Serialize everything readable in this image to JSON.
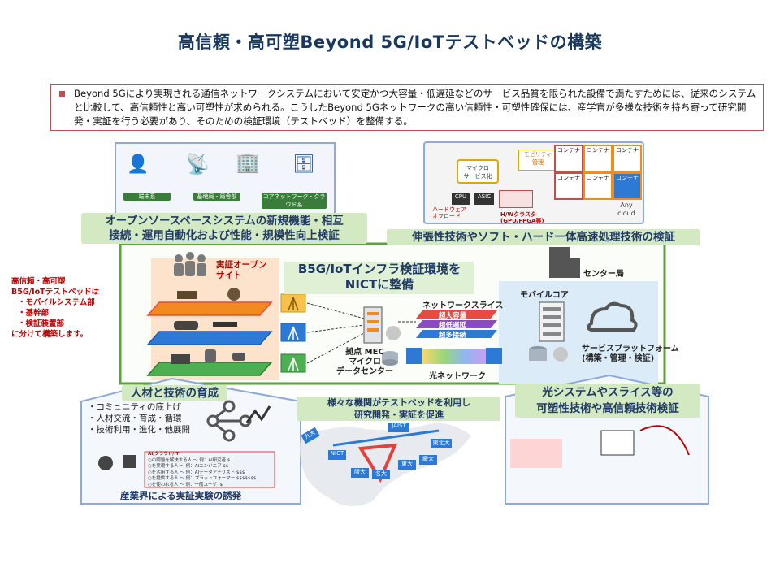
{
  "title": "高信頼・高可塑Beyond 5G/IoTテストベッドの構築",
  "intro": "Beyond 5Gにより実現される通信ネットワークシステムにおいて安定かつ大容量・低遅延などのサービス品質を限られた設備で満たすためには、従来のシステムと比較して、高信頼性と高い可塑性が求められる。こうしたBeyond 5Gネットワークの高い信頼性・可塑性確保には、産学官が多様な技術を持ち寄って研究開発・実証を行う必要があり、そのための検証環境（テストベッド）を整備する。",
  "top_left": {
    "labels": [
      "端末系",
      "基地局・局舎部",
      "コアネットワーク・クラウド系"
    ],
    "heading_line1": "オープンソースベースシステムの新規機能・相互",
    "heading_line2": "接続・運用自動化および性能・規模性向上検証"
  },
  "top_right": {
    "microservice": "マイクロ\nサービス化",
    "mobility": "モビリティ\n管理",
    "container": "コンテナ",
    "hw_offload": "ハードウェア\nオフロード",
    "hw_cluster": "H/Wクラスタ\n(GPU/FPGA等)",
    "cpu": "CPU",
    "asic": "ASIC",
    "any_cloud": "Any\ncloud",
    "heading": "伸張性技術やソフト・ハード一体高速処理技術の検証"
  },
  "left_note": [
    "高信頼・高可塑",
    "B5G/IoTテストベッドは",
    "・モバイルシステム部",
    "・基幹部",
    "・検証装置部",
    "に分けて構築します。"
  ],
  "center": {
    "open_site": "実証オープン\nサイト",
    "main_line1": "B5G/IoTインフラ検証環境を",
    "main_line2": "NICTに整備",
    "network_slice": "ネットワークスライス",
    "slices": [
      "超大容量",
      "超低遅延",
      "超多接続"
    ],
    "mec": "拠点 MEC\nマイクロ\nデータセンター",
    "optical": "光ネットワーク",
    "center_station": "センター局",
    "mobile_core": "モバイルコア",
    "service_platform": "サービスプラットフォーム\n(構築・管理・検証)"
  },
  "bottom_left": {
    "heading": "人材と技術の育成",
    "bullets": [
      "コミュニティの底上げ",
      "人材交流・育成・循環",
      "技術利用・進化・他展開"
    ],
    "table_title": "AI/クラウド/IT",
    "table_rows": [
      "○の問題を解決する人 〜 例：AI研究者 $",
      "○を実現する人 〜 例：AIエンジニア $$",
      "○を活用する人 〜 例：AIデータアナリスト $$$",
      "○を提供する人 〜 例：プラットフォーマー $$$$$$$",
      "○を使われる人 〜 例：一般ユーザ -$"
    ],
    "footer": "産業界による実証実験の誘発"
  },
  "bottom_center": {
    "line1": "様々な機関がテストベッドを利用し",
    "line2": "研究開発・実証を促進",
    "nodes": [
      "九大",
      "NICT",
      "JAIST",
      "東北大",
      "阪大",
      "名大",
      "東大",
      "慶大"
    ]
  },
  "bottom_right": {
    "heading_line1": "光システムやスライス等の",
    "heading_line2": "可塑性技術や高信頼技術検証"
  },
  "colors": {
    "title": "#17375e",
    "frame_green": "#5aa23a",
    "ribbon": "#d3e9c2",
    "accent_red": "#c0504d",
    "orange": "#f28b1e",
    "slice_red": "#e84a3f",
    "slice_purple": "#8a4bc2",
    "slice_blue": "#2c7ad6"
  }
}
